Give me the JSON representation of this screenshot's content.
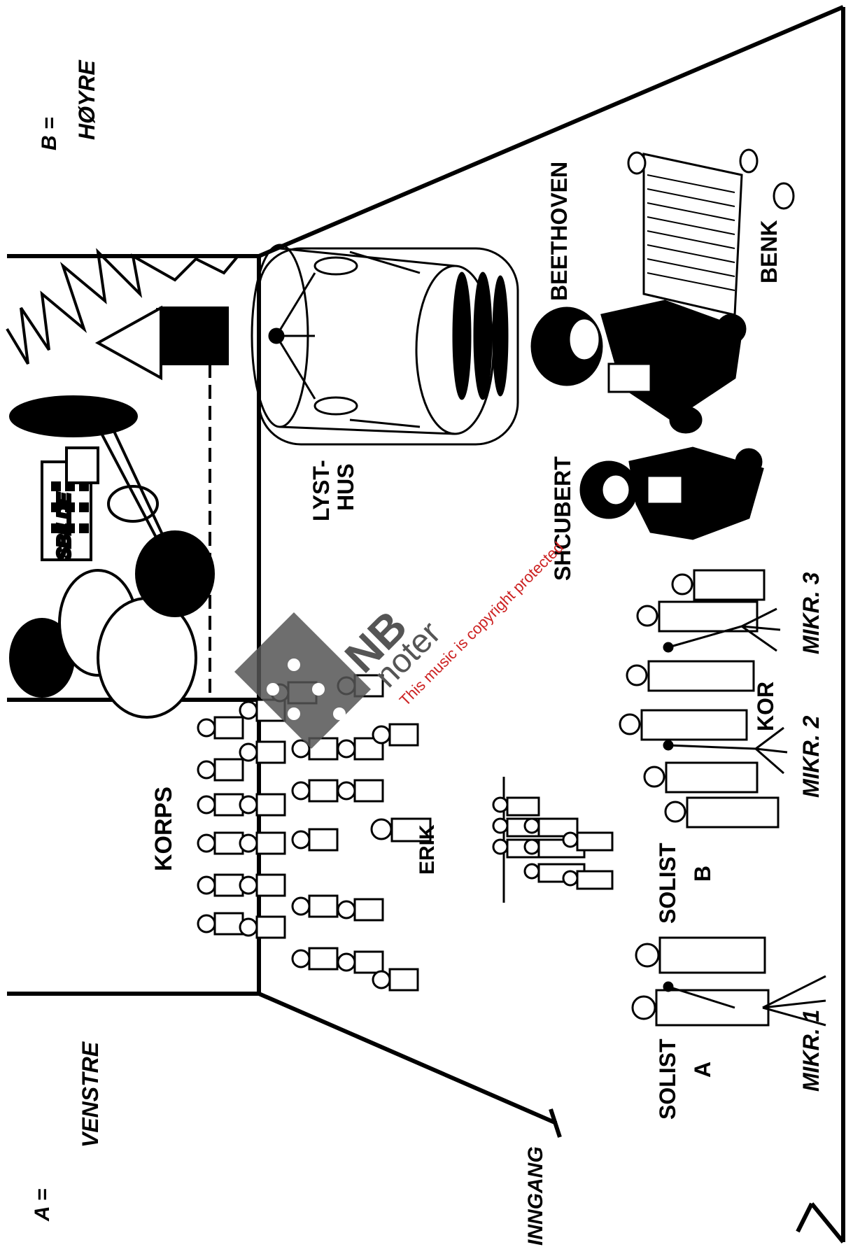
{
  "labels": {
    "a_side": "A =",
    "a_side_name": "VENSTRE",
    "b_side": "B =",
    "b_side_name": "HØYRE",
    "korps": "KORPS",
    "erik": "ERIK",
    "lysthus_line1": "LYST-",
    "lysthus_line2": "HUS",
    "beethoven": "BEETHOVEN",
    "benk": "BENK",
    "schubert": "SHCUBERT",
    "solist_a_line1": "SOLIST",
    "solist_a_line2": "A",
    "solist_b_line1": "SOLIST",
    "solist_b_line2": "B",
    "kor": "KOR",
    "mikr1": "MIKR. 1",
    "mikr2": "MIKR. 2",
    "mikr3": "MIKR. 3",
    "inngang": "INNGANG",
    "backdrop_sign": "SBILDE"
  },
  "watermark": {
    "logo_top": "NB",
    "logo_bottom": "noter",
    "notice": "This music is copyright protected",
    "logo_color": "#555555",
    "notice_color": "#cc2222"
  },
  "colors": {
    "ink": "#000000",
    "paper": "#ffffff"
  }
}
